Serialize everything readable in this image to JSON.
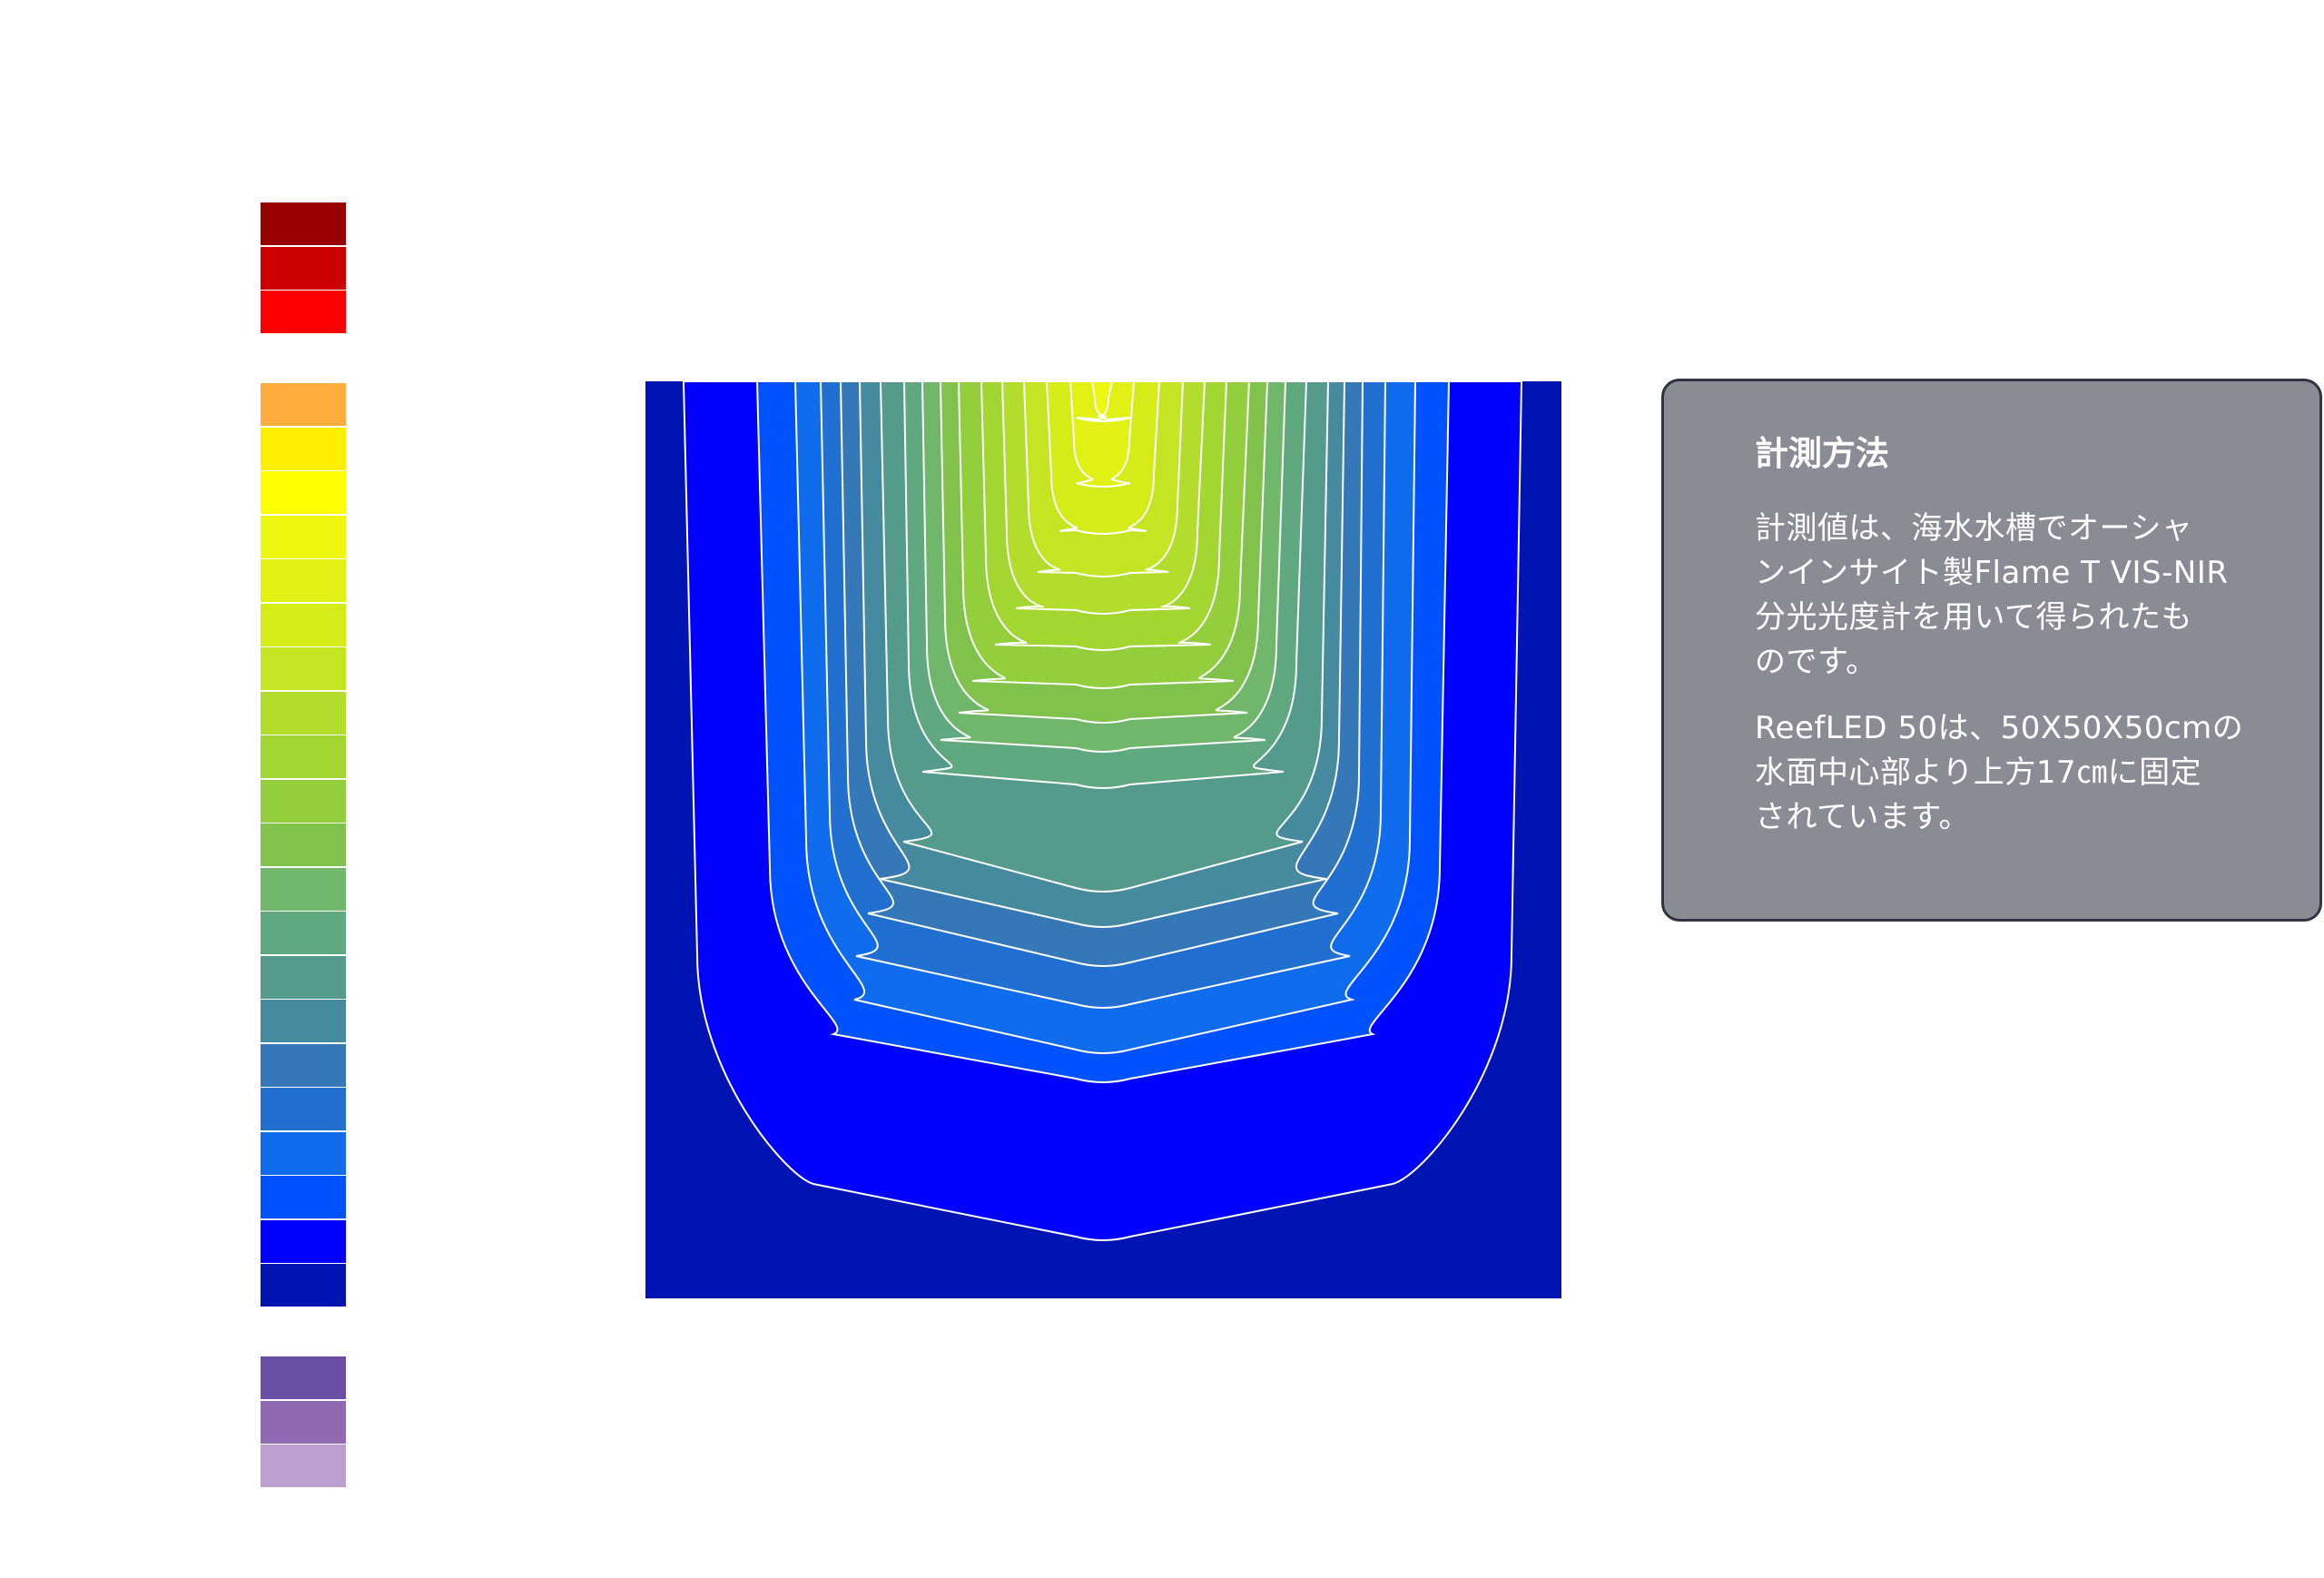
{
  "legend": {
    "groups": [
      {
        "swatches": [
          "#990000",
          "#cc0000",
          "#ff0000"
        ]
      },
      {
        "swatches": [
          "#ffad3d",
          "#ffee00",
          "#ffff00",
          "#eef70f",
          "#e2f114",
          "#d6ec19",
          "#c4e521",
          "#b2dd2c",
          "#a4d632",
          "#93ce3c",
          "#80c24c",
          "#71b76b",
          "#60a87f",
          "#549b8d",
          "#468a9f",
          "#3478b8",
          "#2170d1",
          "#0f6ded",
          "#0052fe",
          "#0000ff",
          "#0014b4"
        ]
      },
      {
        "swatches": [
          "#6b4fa4",
          "#8f69b2",
          "#bb9fce"
        ]
      }
    ]
  },
  "chart_data": {
    "type": "contour",
    "title": "",
    "xlabel": "",
    "ylabel": "",
    "background_color": "#0014b4",
    "contour_line_color": "#ffffff",
    "bands": [
      {
        "color": "#0000ff"
      },
      {
        "color": "#0052fe"
      },
      {
        "color": "#0f6ded"
      },
      {
        "color": "#2170d1"
      },
      {
        "color": "#3478b8"
      },
      {
        "color": "#468a9f"
      },
      {
        "color": "#549b8d"
      },
      {
        "color": "#60a87f"
      },
      {
        "color": "#71b76b"
      },
      {
        "color": "#80c24c"
      },
      {
        "color": "#93ce3c"
      },
      {
        "color": "#a4d632"
      },
      {
        "color": "#b2dd2c"
      },
      {
        "color": "#c4e521"
      },
      {
        "color": "#d6ec19"
      },
      {
        "color": "#e2f114"
      },
      {
        "color": "#eef70f"
      }
    ]
  },
  "info": {
    "title": "計測方法",
    "paragraph1_lines": [
      "計測値は、海水水槽でオーシャ",
      "ンインサイト製Flame T VIS-NIR",
      "分光光度計を用いて得られたも",
      "のです。"
    ],
    "paragraph2_lines": [
      "ReefLED 50は、50X50X50cmの",
      "水面中心部より上方17㎝に固定",
      "されています。"
    ]
  }
}
